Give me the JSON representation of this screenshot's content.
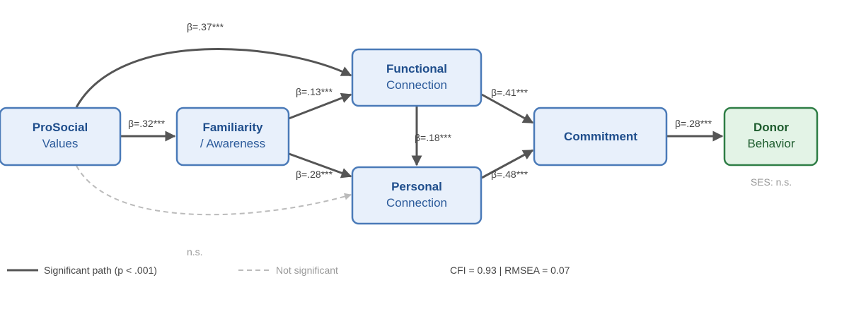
{
  "colors": {
    "node_fill": "#e8f0fb",
    "node_stroke": "#4a7ab8",
    "node_text": "#1f4e8c",
    "node_sub_text": "#2b5a9a",
    "outcome_fill": "#e3f3e6",
    "outcome_stroke": "#2e7d45",
    "outcome_text": "#1e5c2e",
    "arrow": "#555555",
    "ns_arrow": "#bbbbbb",
    "note_text": "#999999"
  },
  "nodes": {
    "prosocial": {
      "title": "ProSocial",
      "subtitle": "Values"
    },
    "familiarity": {
      "title": "Familiarity",
      "subtitle": "/ Awareness"
    },
    "functional": {
      "title": "Functional",
      "subtitle": "Connection"
    },
    "personal": {
      "title": "Personal",
      "subtitle": "Connection"
    },
    "commitment": {
      "title": "Commitment"
    },
    "donor": {
      "title": "Donor",
      "subtitle": "Behavior"
    }
  },
  "paths": {
    "prosocial_functional": "β=.37***",
    "prosocial_familiarity": "β=.32***",
    "familiarity_functional": "β=.13***",
    "familiarity_personal": "β=.28***",
    "functional_personal": "β=.18***",
    "functional_commitment": "β=.41***",
    "personal_commitment": "β=.48***",
    "commitment_donor": "β=.28***",
    "prosocial_personal_ns": "n.s."
  },
  "notes": {
    "ses": "SES: n.s."
  },
  "legend": {
    "significant": "Significant path (p < .001)",
    "not_significant": "Not significant",
    "fit": "CFI = 0.93 | RMSEA = 0.07"
  }
}
